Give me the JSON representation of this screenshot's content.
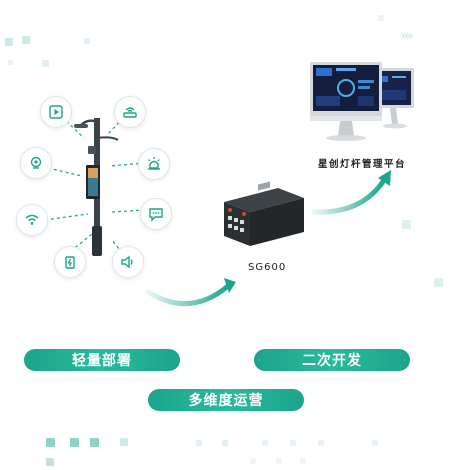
{
  "device": {
    "name": "SG600"
  },
  "platform": {
    "name": "星创灯杆管理平台"
  },
  "features": [
    {
      "label": "轻量部署"
    },
    {
      "label": "二次开发"
    },
    {
      "label": "多维度运营"
    }
  ],
  "pole_icons": [
    "video-play-icon",
    "router-icon",
    "camera-icon",
    "alarm-light-icon",
    "wifi-icon",
    "message-icon",
    "charger-icon",
    "speaker-icon"
  ],
  "colors": {
    "accent": "#1aa58c",
    "decor": "#bfe3dc"
  }
}
